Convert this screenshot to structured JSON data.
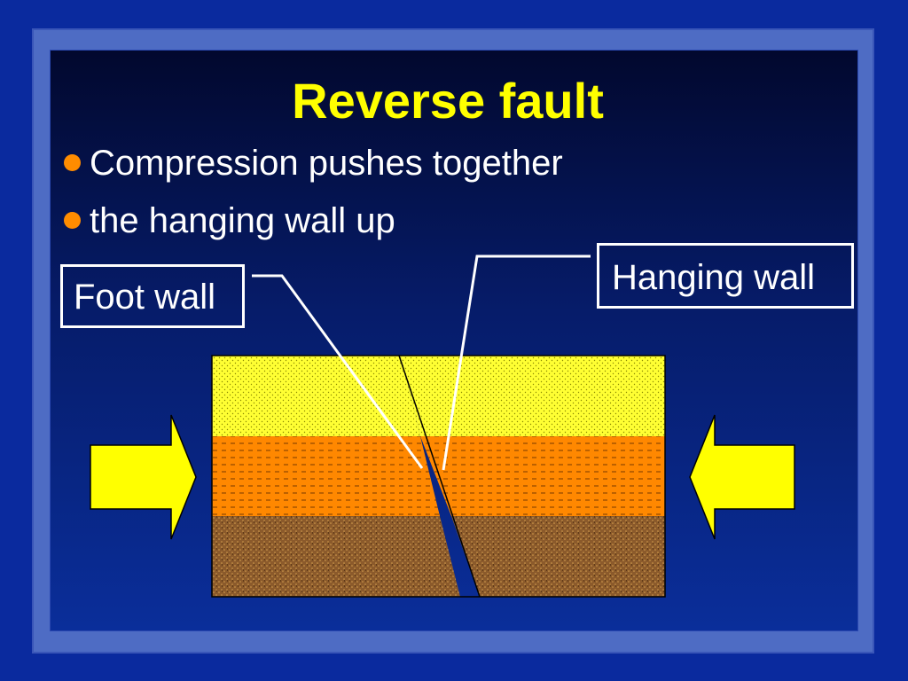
{
  "slide": {
    "title": "Reverse fault",
    "bullets": [
      "Compression pushes together",
      "the hanging wall up"
    ],
    "labels": {
      "foot_wall": "Foot wall",
      "hanging_wall": "Hanging wall"
    }
  },
  "colors": {
    "title": "#ffff00",
    "bullet_dot": "#ff8c00",
    "layer_top": "#ffff33",
    "layer_middle": "#ff8800",
    "layer_bottom": "#8b5a2b",
    "arrows": "#ffff00"
  }
}
